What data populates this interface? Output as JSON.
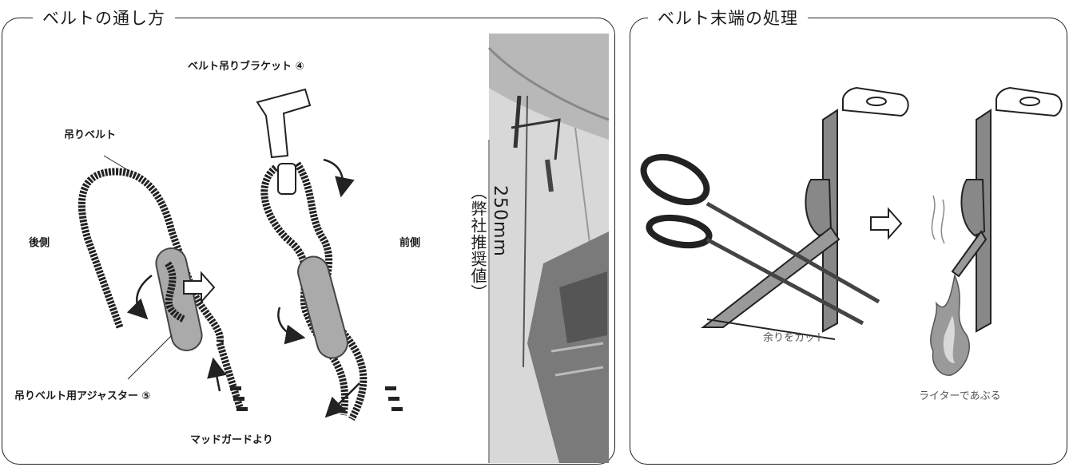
{
  "left_panel": {
    "title": "ベルトの通し方",
    "labels": {
      "bracket": "ベルト吊りブラケット ④",
      "belt": "吊りベルト",
      "rear": "後側",
      "front": "前側",
      "adjuster": "吊りベルト用アジャスター ⑤",
      "from_mudguard": "マッドガードより"
    },
    "length_value": "250mm",
    "length_note": "（弊社推奨値）"
  },
  "right_panel": {
    "title": "ベルト末端の処理",
    "labels": {
      "cut": "余りをカット",
      "burn": "ライターであぶる"
    }
  }
}
